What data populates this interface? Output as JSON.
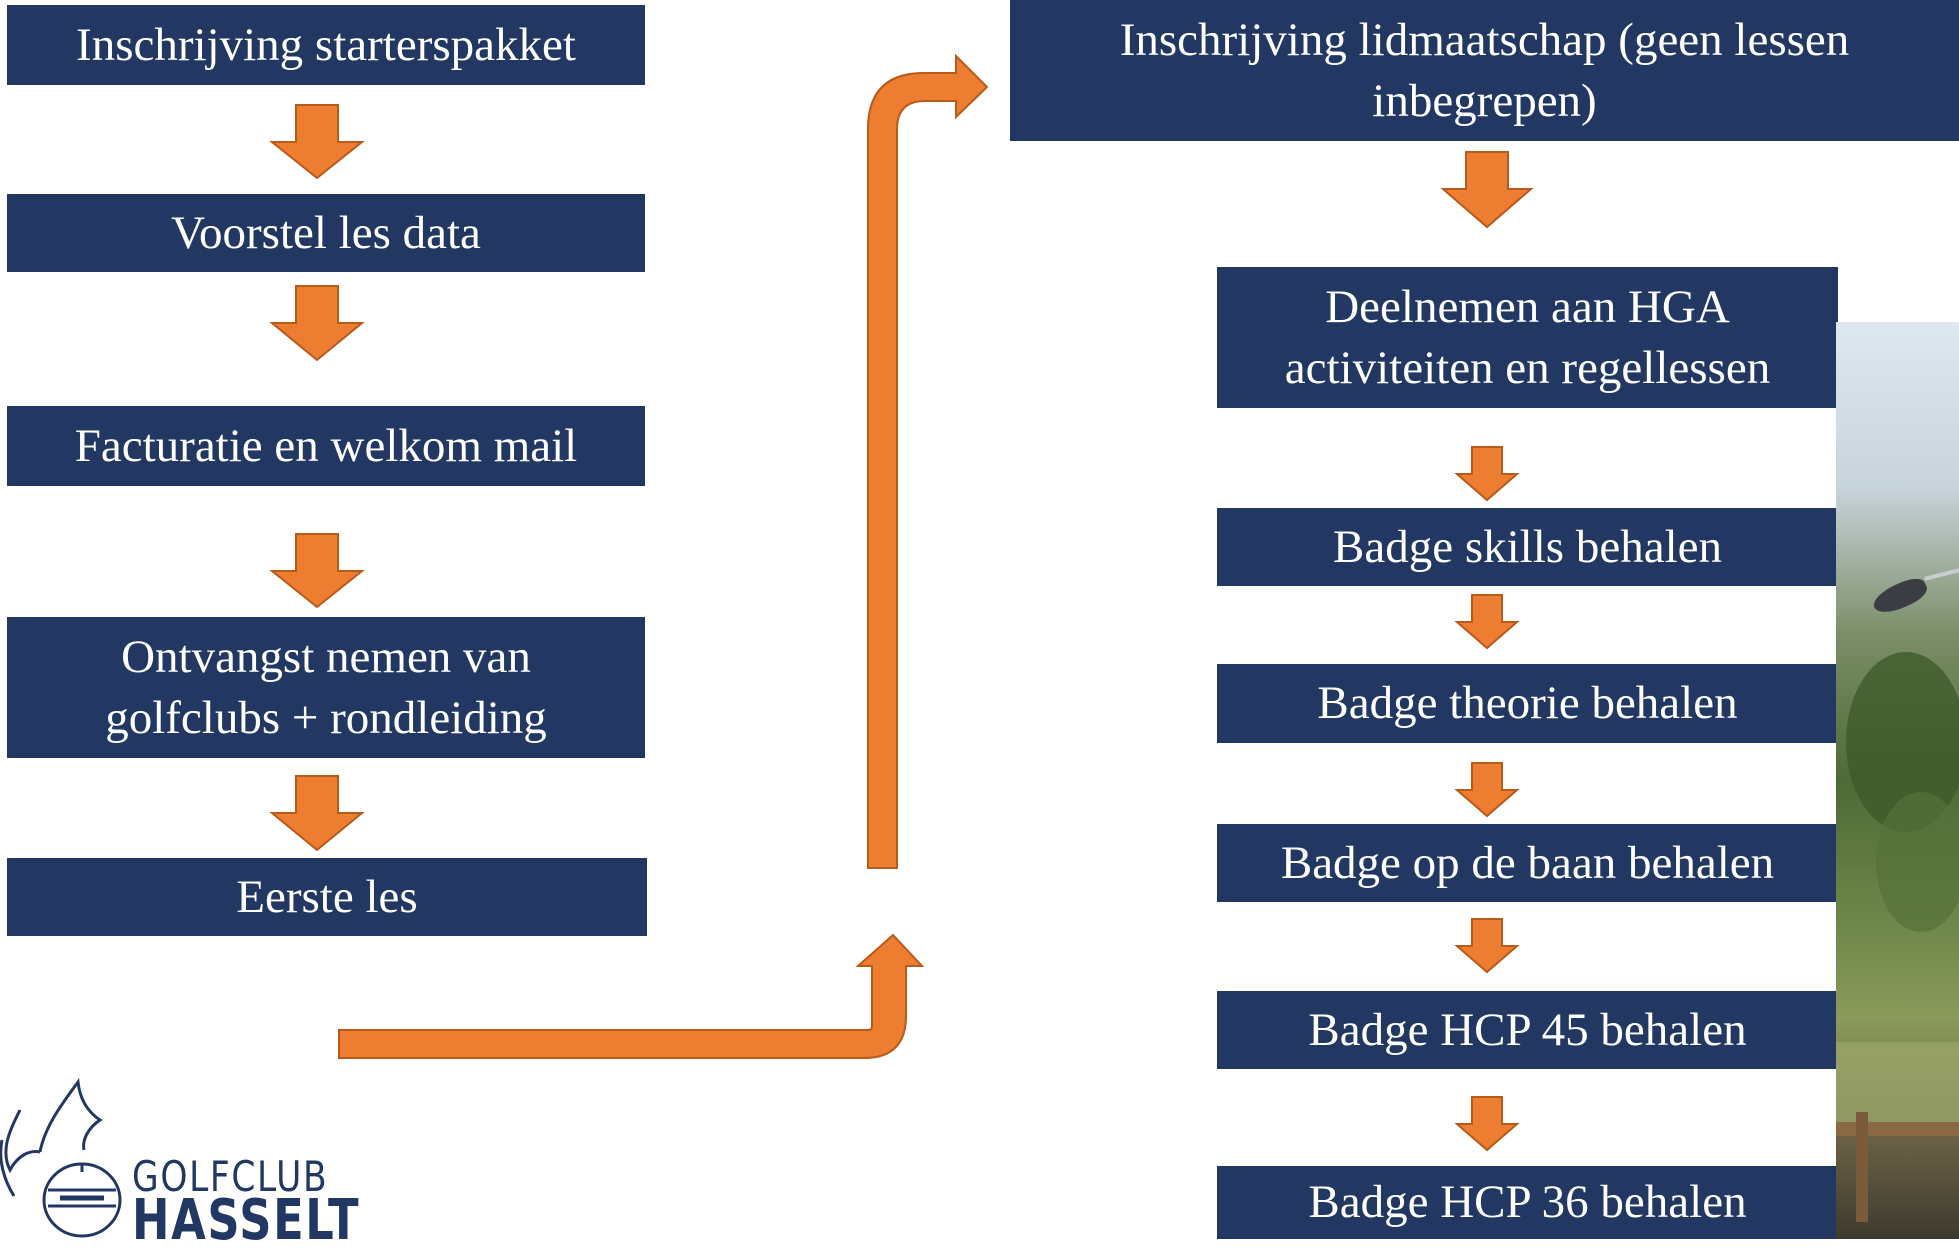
{
  "flow": {
    "left": [
      {
        "label": "Inschrijving starterspakket"
      },
      {
        "label": "Voorstel les data"
      },
      {
        "label": "Facturatie en welkom mail"
      },
      {
        "label": "Ontvangst nemen van golfclubs + rondleiding"
      },
      {
        "label": "Eerste les"
      }
    ],
    "right": [
      {
        "label": "Inschrijving lidmaatschap (geen lessen inbegrepen)"
      },
      {
        "label": "Deelnemen aan HGA activiteiten en regellessen"
      },
      {
        "label": "Badge skills behalen"
      },
      {
        "label": "Badge theorie behalen"
      },
      {
        "label": "Badge op de baan behalen"
      },
      {
        "label": "Badge HCP 45 behalen"
      },
      {
        "label": "Badge HCP 36 behalen"
      }
    ]
  },
  "logo": {
    "line1": "GOLFCLUB",
    "line2": "HASSELT"
  },
  "colors": {
    "box": "#223862",
    "arrow": "#ED7D31",
    "arrow_stroke": "#B85A1A",
    "text": "#FFFFFF"
  }
}
